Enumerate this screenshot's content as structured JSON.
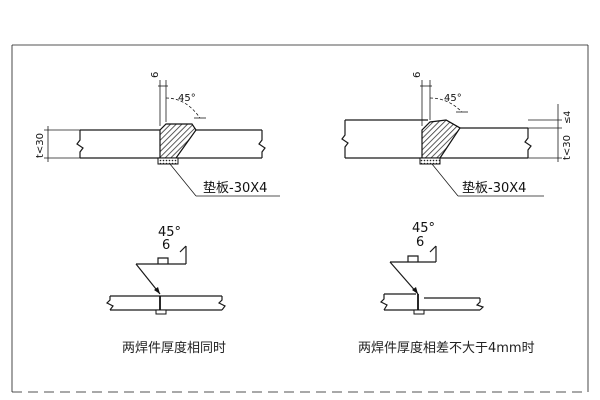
{
  "left_detail": {
    "dim_top": "6",
    "angle": "45°",
    "thickness": "t<30",
    "pad_label": "垫板-30X4"
  },
  "right_detail": {
    "dim_top": "6",
    "angle": "45°",
    "step": "≤4",
    "thickness": "t<30",
    "pad_label": "垫板-30X4"
  },
  "left_symbol": {
    "angle": "45°",
    "size": "6",
    "caption": "两焊件厚度相同时"
  },
  "right_symbol": {
    "angle": "45°",
    "size": "6",
    "caption": "两焊件厚度相差不大于4mm时"
  }
}
